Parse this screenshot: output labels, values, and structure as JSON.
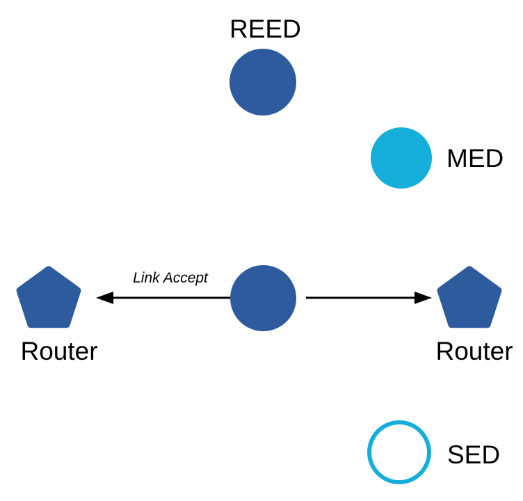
{
  "colors": {
    "node_blue": "#2e5b9e",
    "node_cyan": "#15aedb",
    "arrow_black": "#000000",
    "label_black": "#000000",
    "background": "#ffffff"
  },
  "nodes": {
    "reed": {
      "label": "REED",
      "shape": "filled-circle",
      "color": "#2e5b9e"
    },
    "med": {
      "label": "MED",
      "shape": "filled-circle",
      "color": "#15aedb"
    },
    "parent": {
      "label": "",
      "shape": "filled-circle",
      "color": "#2e5b9e"
    },
    "router_left": {
      "label": "Router",
      "shape": "pentagon",
      "color": "#2e5b9e"
    },
    "router_right": {
      "label": "Router",
      "shape": "pentagon",
      "color": "#2e5b9e"
    },
    "sed": {
      "label": "SED",
      "shape": "outlined-circle",
      "color": "#15aedb"
    }
  },
  "edges": {
    "to_left_router": {
      "from": "parent",
      "to": "router_left",
      "label": "Link Accept",
      "direction": "left"
    },
    "to_right_router": {
      "from": "parent",
      "to": "router_right",
      "label": "",
      "direction": "right"
    }
  }
}
